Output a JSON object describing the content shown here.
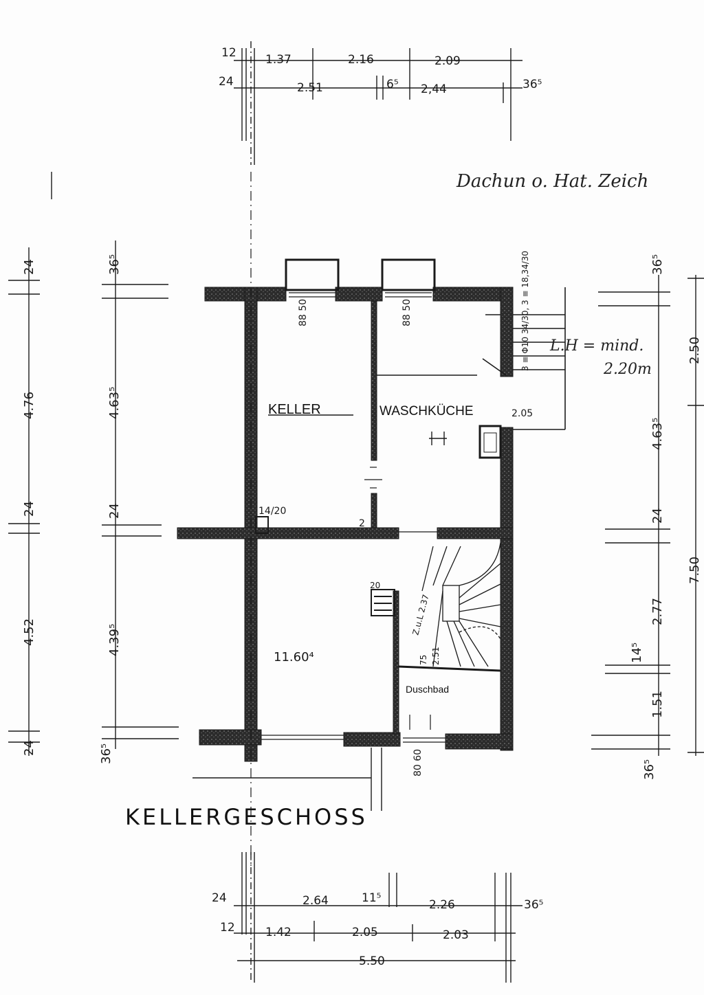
{
  "plan": {
    "title": "KELLERGESCHOSS",
    "note_top": "Dachun o. Hat. Zeich",
    "note_height": "L.H = mind.",
    "note_height_value": "2.20m",
    "colors": {
      "wall": "#2b2b2b",
      "line": "#1a1a1a",
      "paper": "#fdfdfd"
    }
  },
  "rooms": {
    "keller": "KELLER",
    "waschkueche": "WASCHKÜCHE",
    "waschkueche_dim": "2.05",
    "room_area": "11.60⁴",
    "duschbad": "Duschbad"
  },
  "dims_top": {
    "r1_a": "12",
    "r1_b": "1.37",
    "r1_c": "2.16",
    "r1_d": "2.09",
    "r2_a": "24",
    "r2_b": "2.51",
    "r2_c": "6⁵",
    "r2_d": "2,44",
    "r2_e": "36⁵"
  },
  "dims_left_outer": {
    "a": "24",
    "b": "4.76",
    "c": "24",
    "d": "4.52",
    "e": "24"
  },
  "dims_left_inner": {
    "a": "36⁵",
    "b": "4.63⁵",
    "c": "24",
    "d": "4.39⁵",
    "e": "36⁵"
  },
  "dims_right_inner": {
    "a": "36⁵",
    "b": "4.63⁵",
    "c": "24",
    "d": "2.77",
    "e": "14⁵",
    "f": "1.51",
    "g": "36⁵"
  },
  "dims_right_outer": {
    "a": "2.50",
    "b": "7.50"
  },
  "dims_bottom": {
    "r1_a": "24",
    "r1_b": "2.64",
    "r1_c": "11⁵",
    "r1_d": "2.26",
    "r1_e": "36⁵",
    "r2_a": "12",
    "r2_b": "1.42",
    "r2_c": "2.05",
    "r2_d": "2.03",
    "total": "5.50"
  },
  "details": {
    "window_1": "88 50",
    "window_2": "88 50",
    "stair_ext": "3 ≡ Φ10 34/30, 3 ≡ 18,34/30",
    "chimney": "14/20",
    "shaft": "20",
    "stair_int": "Z.u.L 2.37",
    "door_small": "75",
    "door_small2": "2.51",
    "door_bottom": "80 60",
    "door_mark": "2"
  }
}
